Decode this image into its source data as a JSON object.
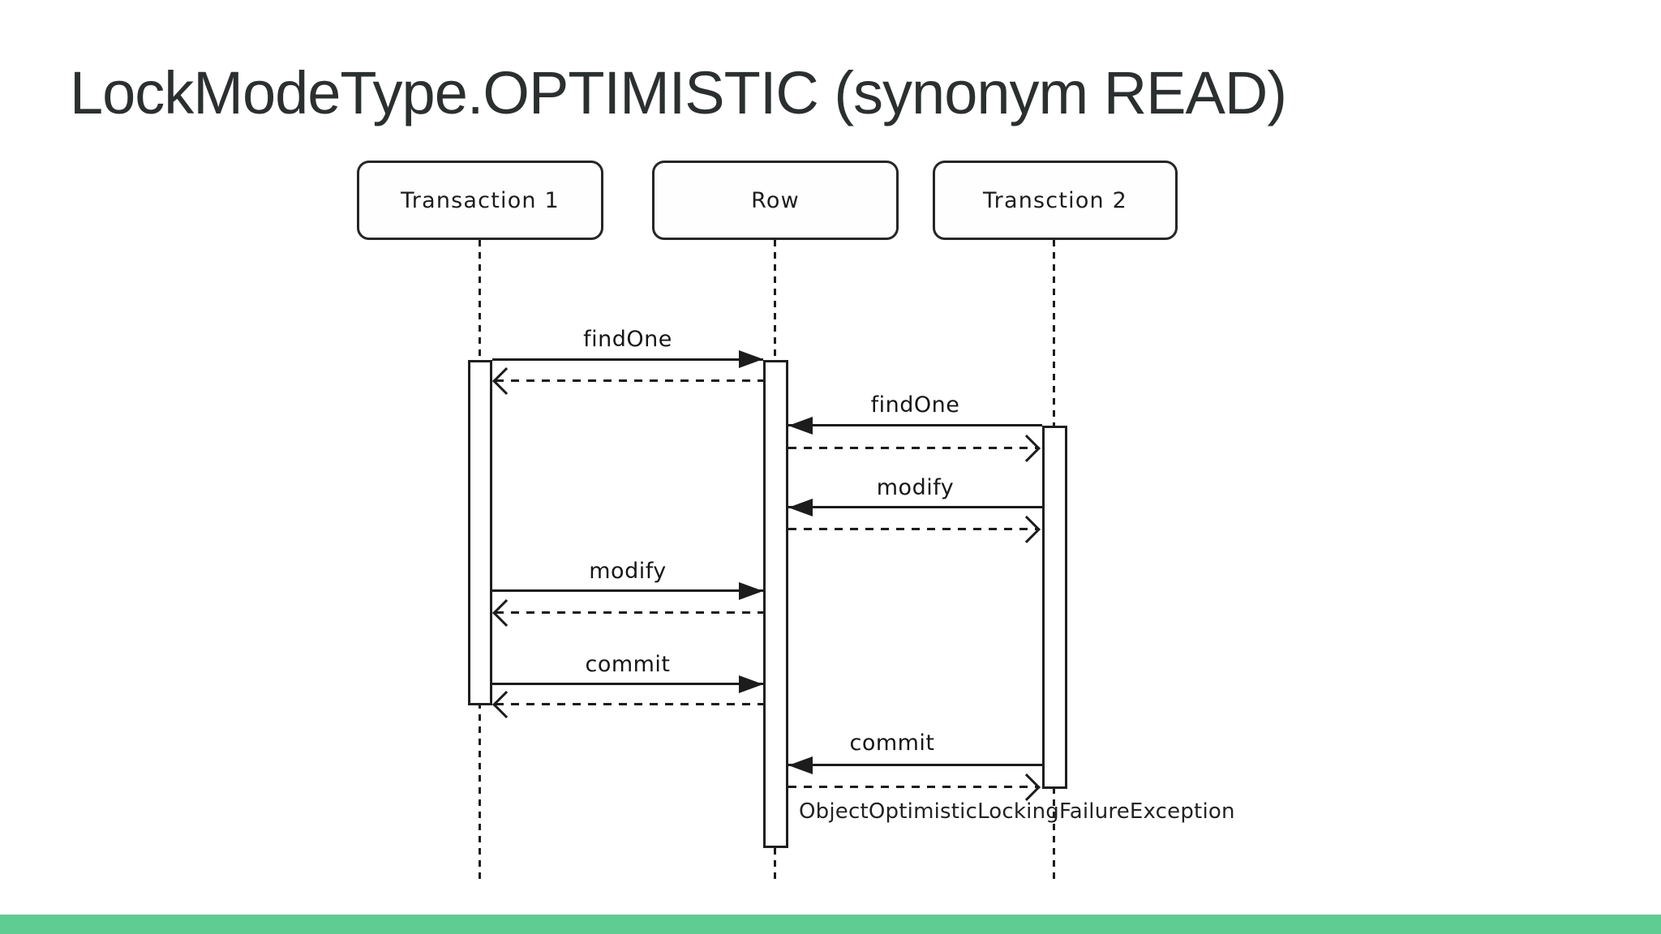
{
  "title": "LockModeType.OPTIMISTIC (synonym READ)",
  "diagram": {
    "type": "sequence",
    "participants": [
      {
        "id": "t1",
        "label": "Transaction 1"
      },
      {
        "id": "row",
        "label": "Row"
      },
      {
        "id": "t2",
        "label": "Transction 2"
      }
    ],
    "messages": [
      {
        "from": "Transaction 1",
        "to": "Row",
        "label": "findOne",
        "style": "solid"
      },
      {
        "from": "Row",
        "to": "Transaction 1",
        "label": "",
        "style": "dashed-return"
      },
      {
        "from": "Transction 2",
        "to": "Row",
        "label": "findOne",
        "style": "solid"
      },
      {
        "from": "Row",
        "to": "Transction 2",
        "label": "",
        "style": "dashed-return"
      },
      {
        "from": "Transction 2",
        "to": "Row",
        "label": "modify",
        "style": "solid"
      },
      {
        "from": "Row",
        "to": "Transction 2",
        "label": "",
        "style": "dashed-return"
      },
      {
        "from": "Transaction 1",
        "to": "Row",
        "label": "modify",
        "style": "solid"
      },
      {
        "from": "Row",
        "to": "Transaction 1",
        "label": "",
        "style": "dashed-return"
      },
      {
        "from": "Transaction 1",
        "to": "Row",
        "label": "commit",
        "style": "solid"
      },
      {
        "from": "Row",
        "to": "Transaction 1",
        "label": "",
        "style": "dashed-return"
      },
      {
        "from": "Transction 2",
        "to": "Row",
        "label": "commit",
        "style": "solid"
      },
      {
        "from": "Row",
        "to": "Transction 2",
        "label": "ObjectOptimisticLockingFailureException",
        "style": "dashed-return"
      }
    ],
    "exception_label": "ObjectOptimisticLockingFailureException"
  },
  "colors": {
    "background": "#ffffff",
    "ink": "#1c1c1c",
    "accent_bar": "#5fcd92"
  }
}
